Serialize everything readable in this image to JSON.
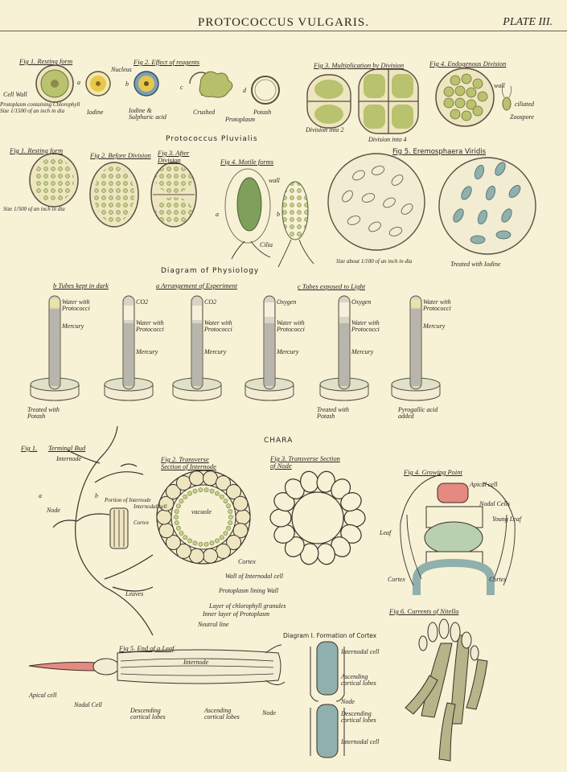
{
  "header": {
    "title": "PROTOCOCCUS VULGARIS.",
    "plate": "PLATE III."
  },
  "p_vulgaris": {
    "fig1": "Fig 1. Resting form",
    "fig2": "Fig 2. Effect of reagents",
    "fig3": "Fig 3. Multiplication by Division",
    "fig4": "Fig 4. Endogenous Division",
    "cell_wall": "Cell Wall",
    "nucleus": "Nucleus",
    "protoplasm": "Protoplasm containing Chlorophyll",
    "size": "Size 1/1500 of an inch in dia",
    "a": "a",
    "b": "b",
    "c": "c",
    "d": "d",
    "iodine": "Iodine",
    "iodine_sulph": "Iodine & Sulphuric acid",
    "crushed": "Crushed",
    "potash": "Potash",
    "protoplasm2": "Protoplasm",
    "div2": "Division into 2",
    "div4": "Division into 4",
    "wall": "wall",
    "ciliated": "ciliated",
    "zoospore": "Zoospore"
  },
  "p_pluvialis": {
    "title": "Protococcus Pluvialis",
    "fig1": "Fig 1. Resting form",
    "fig2": "Fig 2. Before Division",
    "fig3": "Fig 3. After Division",
    "fig4": "Fig 4. Motile forms",
    "fig5": "Fig 5. Eremosphaera Viridis",
    "size": "Size 1/500 of an inch in dia",
    "wall": "wall",
    "cilia": "Cilia",
    "a": "a",
    "b": "b",
    "size5": "Size about 1/100 of an inch in dia",
    "iodine": "Treated with Iodine"
  },
  "physiology": {
    "title": "Diagram of Physiology",
    "b_head": "b Tubes kept in dark",
    "a_head": "a Arrangement of Experiment",
    "c_head": "c Tubes exposed to Light",
    "tubes": [
      {
        "top": "Water with Protococci",
        "mid": "Mercury",
        "lower": "",
        "bottom": "Treated with Potash"
      },
      {
        "top": "CO2",
        "mid": "Water with Protococci",
        "lower": "Mercury",
        "bottom": ""
      },
      {
        "top": "CO2",
        "mid": "Water with Protococci",
        "lower": "Mercury",
        "bottom": ""
      },
      {
        "top": "Oxygen",
        "mid": "Water with Protococci",
        "lower": "Mercury",
        "bottom": ""
      },
      {
        "top": "Oxygen",
        "mid": "Water with Protococci",
        "lower": "Mercury",
        "bottom": "Treated with Potash"
      },
      {
        "top": "Water with Protococci",
        "mid": "Mercury",
        "lower": "",
        "bottom": "Pyrogallic acid added"
      }
    ]
  },
  "chara": {
    "title": "CHARA",
    "fig1": "Fig 1.",
    "terminal_bud": "Terminal Bud",
    "internode": "Internode",
    "node": "Node",
    "leaves": "Leaves",
    "a": "a",
    "b": "b",
    "portion": "Portion of Internode",
    "internodal_cell": "Internodal cell",
    "cortex": "Cortex",
    "fig2": "Fig 2. Transverse Section of Internode",
    "vacuole": "vacuole",
    "cortex2": "Cortex",
    "wall_internodal": "Wall of Internodal cell",
    "protoplasm_lining": "Protoplasm lining Wall",
    "layer_chloro": "Layer of chlorophyll granules",
    "inner_layer": "Inner layer of Protoplasm",
    "neutral": "Neutral line",
    "fig3": "Fig 3. Transverse Section of Node",
    "fig4": "Fig 4. Growing Point",
    "apical": "Apical cell",
    "nodal_cells": "Nodal Cells",
    "young_leaf": "Young Leaf",
    "leaf": "Leaf",
    "cortex_l": "Cortex",
    "cortex_r": "Cortex",
    "fig5": "Fig 5. End of a Leaf",
    "internode5": "Internode",
    "apical5": "Apical cell",
    "nodal5": "Nodal Cell",
    "descending": "Descending cortical lobes",
    "ascending": "Ascending cortical lobes",
    "node5": "Node",
    "diagram1": "Diagram I. Formation of Cortex",
    "d_internodal": "Internodal cell",
    "d_ascending": "Ascending cortical lobes",
    "d_node": "Node",
    "d_descending": "Descending cortical lobes",
    "d_internodal2": "Internodal cell",
    "fig6": "Fig 6. Currents of Nitella"
  },
  "colors": {
    "paper": "#f7f1d6",
    "green": "#a8b86a",
    "blue": "#8fb0ad",
    "pink": "#e58a80",
    "yellow": "#e6c84a",
    "ink": "#2a2420"
  }
}
